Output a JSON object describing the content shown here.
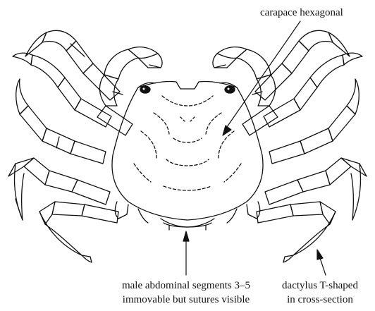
{
  "figure": {
    "labels": {
      "carapace": {
        "text": "carapace hexagonal"
      },
      "abdomen": {
        "line1": "male abdominal segments 3–5",
        "line2": "immovable but sutures visible"
      },
      "dactylus": {
        "line1": "dactylus T-shaped",
        "line2": "in cross-section"
      }
    },
    "colors": {
      "ink": "#111111",
      "background": "#ffffff"
    }
  }
}
